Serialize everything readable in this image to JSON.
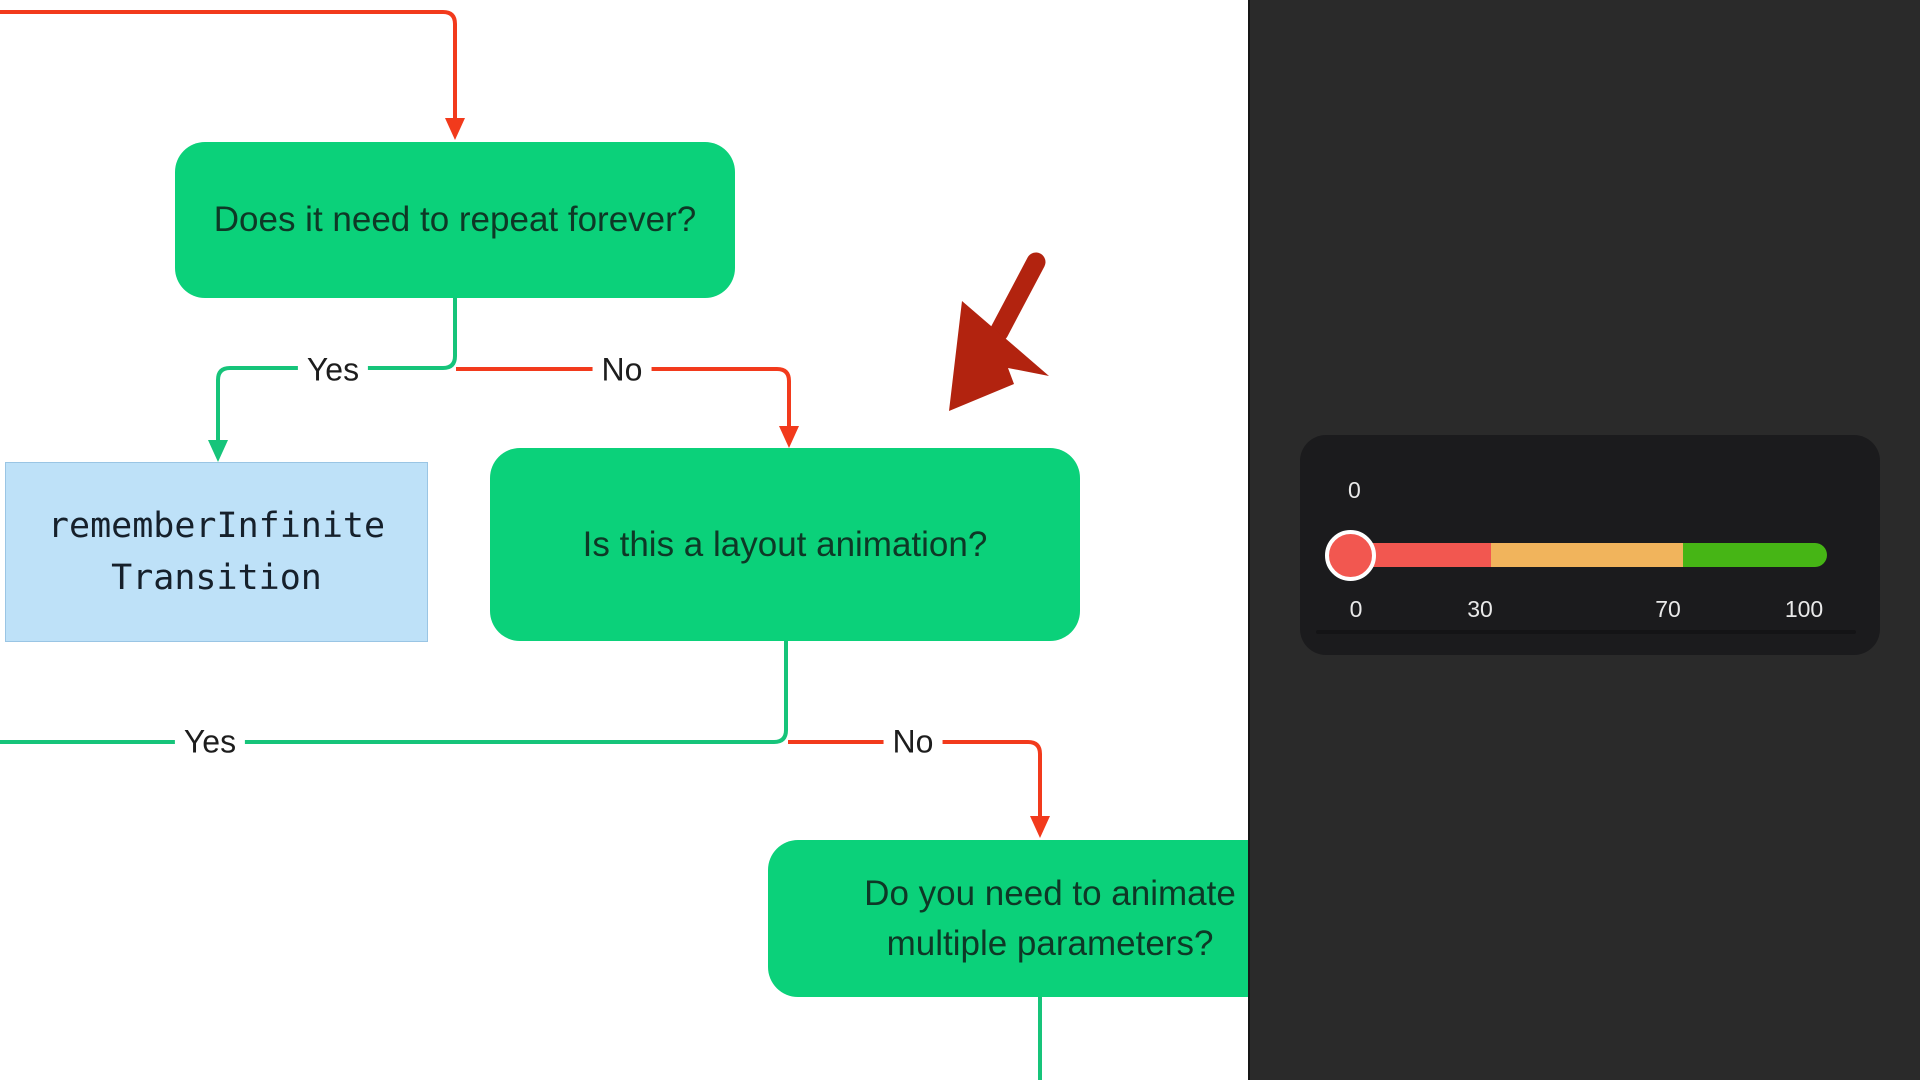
{
  "flowchart": {
    "nodes": {
      "q1": {
        "label": "Does it need to repeat forever?",
        "type": "decision",
        "fill": "#0bd17a"
      },
      "remember": {
        "line1": "rememberInfinite",
        "line2": "Transition",
        "type": "result",
        "fill": "#bee1f8"
      },
      "q2": {
        "label": "Is this a layout animation?",
        "type": "decision",
        "fill": "#0bd17a"
      },
      "q3": {
        "line1": "Do you need to animate",
        "line2": "multiple parameters?",
        "type": "decision",
        "fill": "#0bd17a"
      }
    },
    "edges": {
      "e1": {
        "label": "Yes",
        "color": "#16c47a"
      },
      "e2": {
        "label": "No",
        "color": "#f23a1c"
      },
      "e3": {
        "label": "Yes",
        "color": "#16c47a"
      },
      "e4": {
        "label": "No",
        "color": "#f23a1c"
      }
    },
    "annotation": {
      "kind": "hand-drawn-arrow",
      "direction": "down-left",
      "color": "#b2230f"
    }
  },
  "slider_panel": {
    "background": "#2a2a2a",
    "card_background": "#1b1b1d",
    "slider": {
      "value_label": "0",
      "thumb_position": 0,
      "thumb_color": "#f25750",
      "ticks": [
        "0",
        "30",
        "70",
        "100"
      ],
      "segments": [
        {
          "from": 0,
          "to": 30,
          "color": "#f25750"
        },
        {
          "from": 30,
          "to": 70,
          "color": "#f1b45c"
        },
        {
          "from": 70,
          "to": 100,
          "color": "#46b515"
        }
      ]
    }
  }
}
